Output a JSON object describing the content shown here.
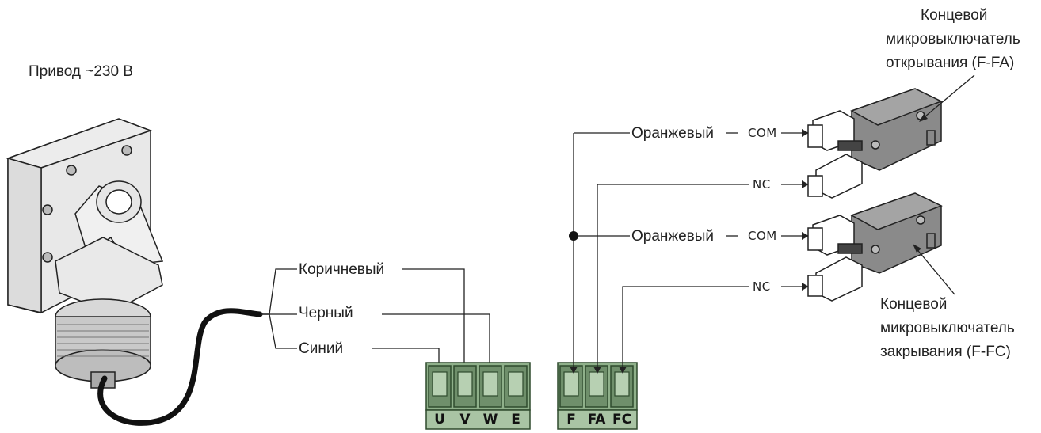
{
  "motor": {
    "label": "Привод ~230 В"
  },
  "wires": {
    "brown": "Коричневый",
    "black": "Черный",
    "blue": "Синий",
    "orange_1": "Оранжевый",
    "orange_2": "Оранжевый"
  },
  "switch_open": {
    "label_lines": [
      "Концевой",
      "микровыключатель",
      "открывания (F-FA)"
    ],
    "pin_com": "COM",
    "pin_nc": "NC"
  },
  "switch_close": {
    "label_lines": [
      "Концевой",
      "микровыключатель",
      "закрывания (F-FC)"
    ],
    "pin_com": "COM",
    "pin_nc": "NC"
  },
  "terminal_block_motor": {
    "terminals": [
      "U",
      "V",
      "W",
      "E"
    ]
  },
  "terminal_block_limit": {
    "terminals": [
      "F",
      "FA",
      "FC"
    ]
  },
  "colors": {
    "terminal_green": "#8fb08a",
    "terminal_dark": "#3e5a3c",
    "switch_gray": "#8a8a8a",
    "line": "#222222"
  }
}
